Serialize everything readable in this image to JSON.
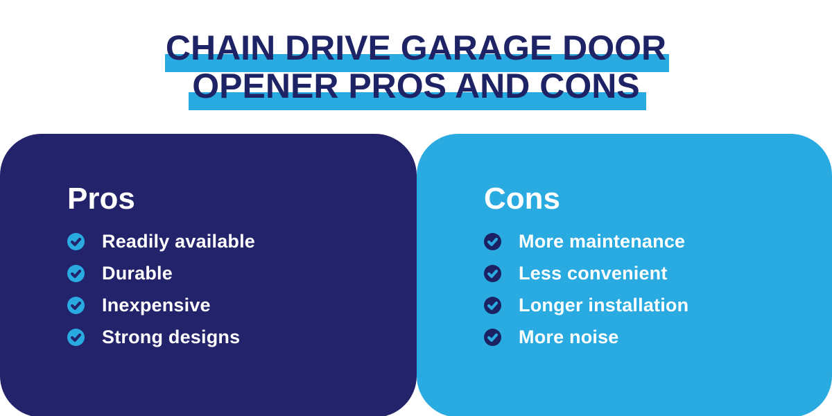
{
  "title": {
    "line1": "CHAIN DRIVE GARAGE DOOR",
    "line2": "OPENER PROS AND CONS"
  },
  "colors": {
    "navy": "#23236b",
    "cyan": "#29abe2",
    "title_navy": "#1e2366",
    "icon_navy": "#1b2163",
    "text_on_cards": "#ffffff",
    "background": "#ffffff"
  },
  "pros": {
    "heading": "Pros",
    "icon": "check-circle-icon",
    "items": [
      "Readily available",
      "Durable",
      "Inexpensive",
      "Strong designs"
    ]
  },
  "cons": {
    "heading": "Cons",
    "icon": "check-circle-icon",
    "items": [
      "More maintenance",
      "Less convenient",
      "Longer installation",
      "More noise"
    ]
  }
}
